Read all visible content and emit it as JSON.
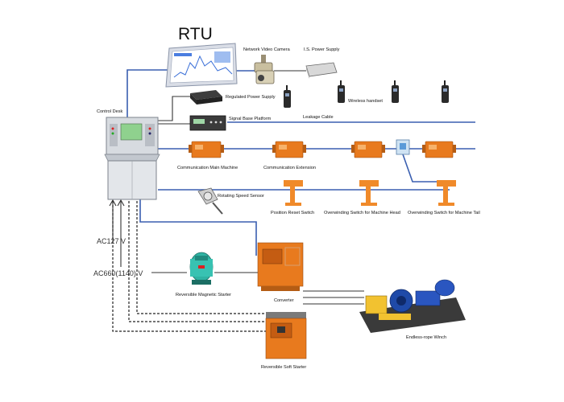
{
  "title": "RTU",
  "labels": {
    "network_video_camera": "Network Video Camera",
    "is_power_supply": "I.S. Power Supply",
    "control_desk": "Control Desk",
    "regulated_power_supply": "Regulated Power Supply",
    "wireless_handset": "Wireless handset",
    "signal_base_platform": "Signal Base Platform",
    "leakage_cable": "Leakage Cable",
    "communication_main_machine": "Communication Main Machine",
    "communication_extension": "Communication Extension",
    "rotating_speed_sensor": "Rotating Speed Sensor",
    "position_reset_switch": "Position Reset Switch",
    "overwinding_switch_head": "Overwinding Switch for Machine Head",
    "overwinding_switch_tail": "Overwinding Switch for Machine Tail",
    "ac127": "AC127  V",
    "ac660": "AC660(1140)  V",
    "reversible_magnetic_starter": "Reversible Magnetic Starter",
    "converter": "Converter",
    "endless_rope_winch": "Endless-rope Winch",
    "reversible_soft_starter": "Reversible Soft Starter"
  },
  "colors": {
    "cable_blue": "#3a5fb0",
    "equipment_orange": "#e87a1e",
    "starter_teal": "#2fb3a3",
    "winch_blue": "#1f4aa8",
    "winch_yellow": "#f2c230"
  }
}
